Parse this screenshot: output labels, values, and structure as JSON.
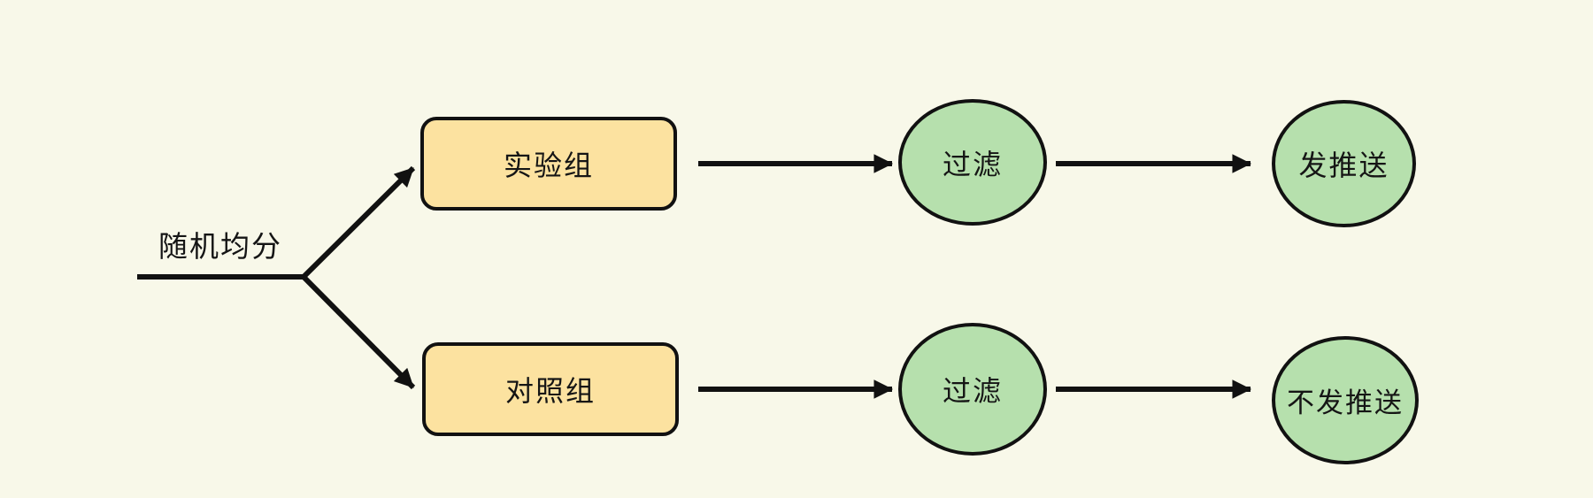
{
  "diagram": {
    "background_color": "#F8F8E9",
    "stroke_color": "#111111",
    "split_label": "随机均分",
    "nodes": {
      "experiment": {
        "label": "实验组",
        "shape": "rounded-rect",
        "fill": "#FCE2A0"
      },
      "control": {
        "label": "对照组",
        "shape": "rounded-rect",
        "fill": "#FCE2A0"
      },
      "filter_top": {
        "label": "过滤",
        "shape": "ellipse",
        "fill": "#B6E0AD"
      },
      "send_push": {
        "label": "发推送",
        "shape": "ellipse",
        "fill": "#B6E0AD"
      },
      "filter_bottom": {
        "label": "过滤",
        "shape": "ellipse",
        "fill": "#B6E0AD"
      },
      "no_push": {
        "label": "不发推送",
        "shape": "ellipse",
        "fill": "#B6E0AD"
      }
    },
    "edges": [
      {
        "from": "start",
        "to": "split_point",
        "arrow": false
      },
      {
        "from": "split_point",
        "to": "experiment",
        "arrow": true
      },
      {
        "from": "split_point",
        "to": "control",
        "arrow": true
      },
      {
        "from": "experiment",
        "to": "filter_top",
        "arrow": true
      },
      {
        "from": "filter_top",
        "to": "send_push",
        "arrow": true
      },
      {
        "from": "control",
        "to": "filter_bottom",
        "arrow": true
      },
      {
        "from": "filter_bottom",
        "to": "no_push",
        "arrow": true
      }
    ]
  }
}
